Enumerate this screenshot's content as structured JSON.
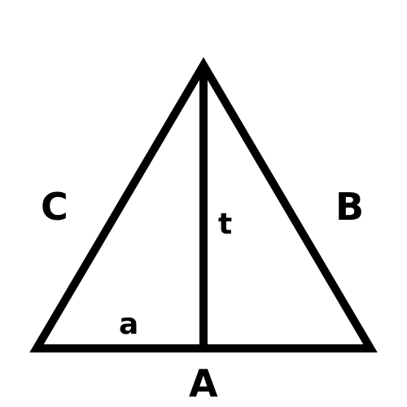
{
  "diagram": {
    "labels": {
      "side_left": "C",
      "side_right": "B",
      "height": "t",
      "base_segment": "a",
      "base": "A"
    },
    "colors": {
      "stroke": "#000000",
      "background": "#ffffff"
    }
  }
}
